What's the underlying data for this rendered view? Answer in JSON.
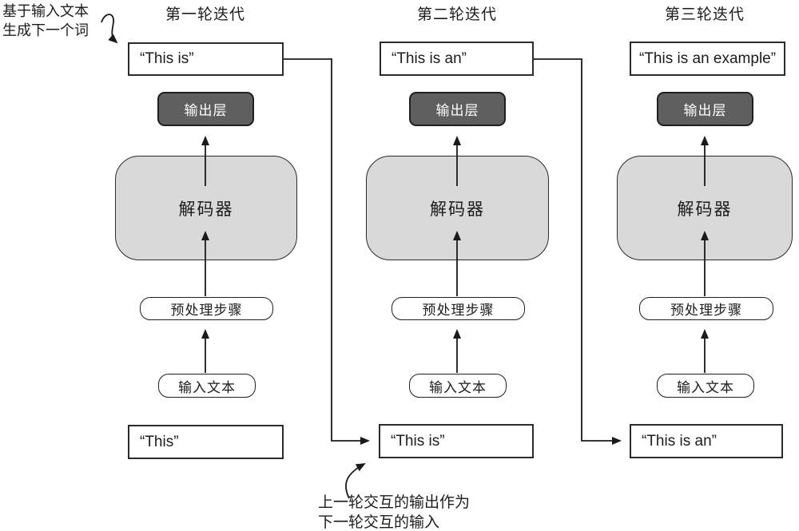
{
  "diagram": {
    "annotation_top_left": {
      "line1": "基于输入文本",
      "line2": "生成下一个词"
    },
    "annotation_bottom": {
      "line1": "上一轮交互的输出作为",
      "line2": "下一轮交互的输入"
    },
    "colors": {
      "decoder_fill": "#d9d9d9",
      "output_layer_fill": "#5f5f5f",
      "border": "#2b2b2b",
      "background": "#ffffff"
    },
    "columns": [
      {
        "title": "第一轮迭代",
        "generated_text": "“This is”",
        "output_layer_label": "输出层",
        "decoder_label": "解码器",
        "preprocess_label": "预处理步骤",
        "input_box_label": "输入文本",
        "input_text": "“This”"
      },
      {
        "title": "第二轮迭代",
        "generated_text": "“This is an”",
        "output_layer_label": "输出层",
        "decoder_label": "解码器",
        "preprocess_label": "预处理步骤",
        "input_box_label": "输入文本",
        "input_text": "“This is”"
      },
      {
        "title": "第三轮迭代",
        "generated_text": "“This is an example”",
        "output_layer_label": "输出层",
        "decoder_label": "解码器",
        "preprocess_label": "预处理步骤",
        "input_box_label": "输入文本",
        "input_text": "“This is an”"
      }
    ]
  }
}
